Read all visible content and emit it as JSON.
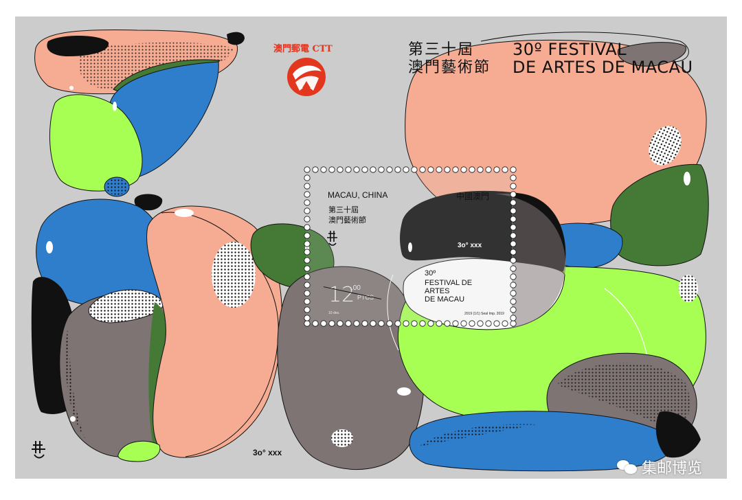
{
  "header": {
    "issuer": "澳門郵電 CTT",
    "title_zh_line1": "第三十屆",
    "title_zh_line2": "澳門藝術節",
    "title_en_line1": "30º FESTIVAL",
    "title_en_line2": "DE ARTES DE MACAU"
  },
  "stamp": {
    "country": "MACAU, CHINA",
    "country_zh": "中國澳門",
    "title_zh_line1": "第三十屆",
    "title_zh_line2": "澳門藝術節",
    "title_en_line1": "30º",
    "title_en_line2": "FESTIVAL DE",
    "title_en_line3": "ARTES",
    "title_en_line4": "DE MACAU",
    "value_main": "12",
    "value_decimal": ".00",
    "currency": "PTCS",
    "note": "10 des.",
    "printer": "2019 (1/1) Seal Imp. 2019",
    "motif_text": "3o° xxx"
  },
  "sheet": {
    "motif_text": "3o° xxx"
  },
  "watermark": {
    "text": "集邮博览"
  },
  "colors": {
    "background": "#cccccc",
    "salmon": "#f6ac93",
    "blue": "#2f7ecb",
    "green": "#a7ff54",
    "dark_green": "#447a36",
    "grey_brown": "#7f7474",
    "black": "#111111",
    "brand_red": "#e2361f"
  }
}
